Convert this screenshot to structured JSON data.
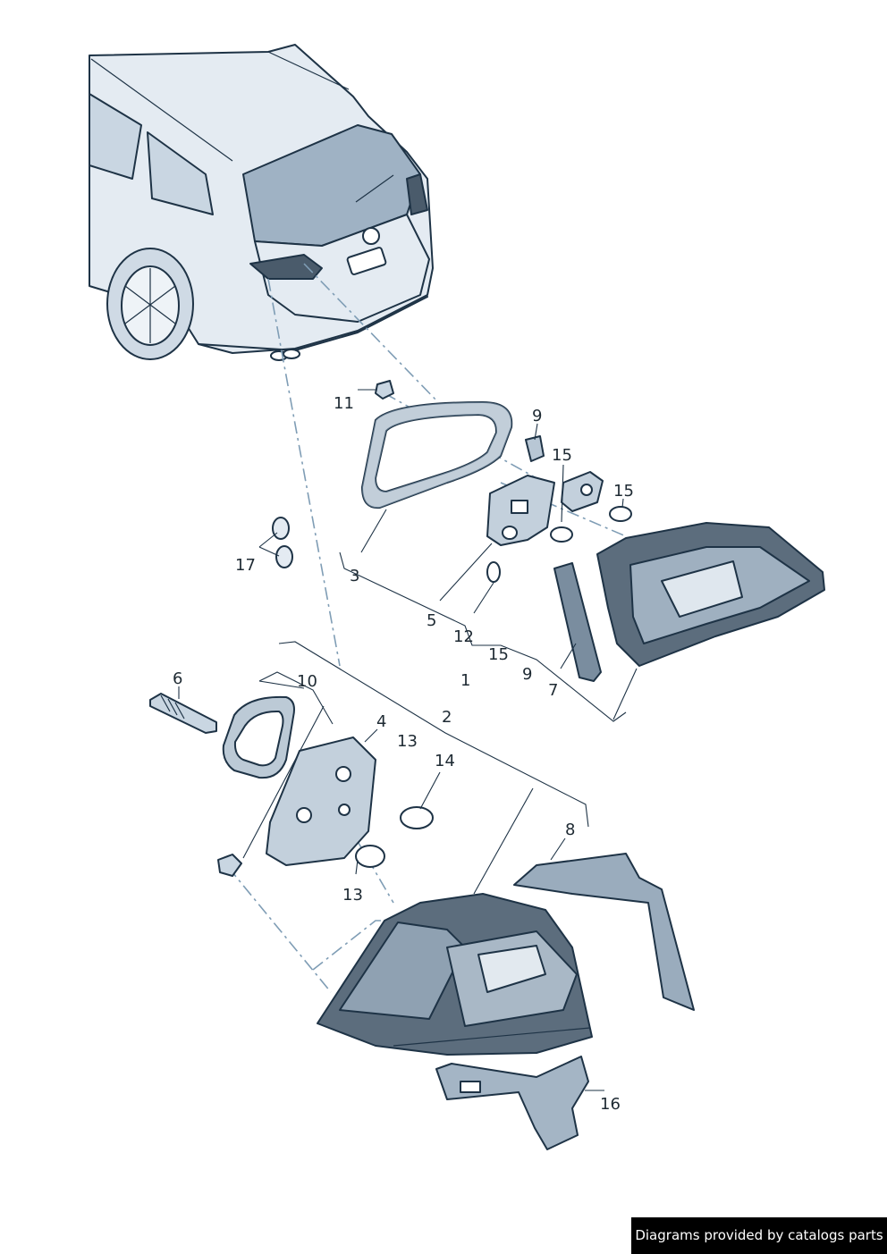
{
  "labels": {
    "l1": "1",
    "l2": "2",
    "l3": "3",
    "l4": "4",
    "l5": "5",
    "l6": "6",
    "l7": "7",
    "l8": "8",
    "l9a": "9",
    "l9b": "9",
    "l10": "10",
    "l11": "11",
    "l12": "12",
    "l13a": "13",
    "l13b": "13",
    "l14": "14",
    "l15a": "15",
    "l15b": "15",
    "l15c": "15",
    "l16": "16",
    "l17": "17"
  },
  "footer": {
    "text": "Diagrams provided by catalogs parts"
  },
  "colors": {
    "outline": "#1e3346",
    "body": "#e4ebf2",
    "lamp_dark": "#4a5b6b",
    "dash": "#7f9db5"
  }
}
